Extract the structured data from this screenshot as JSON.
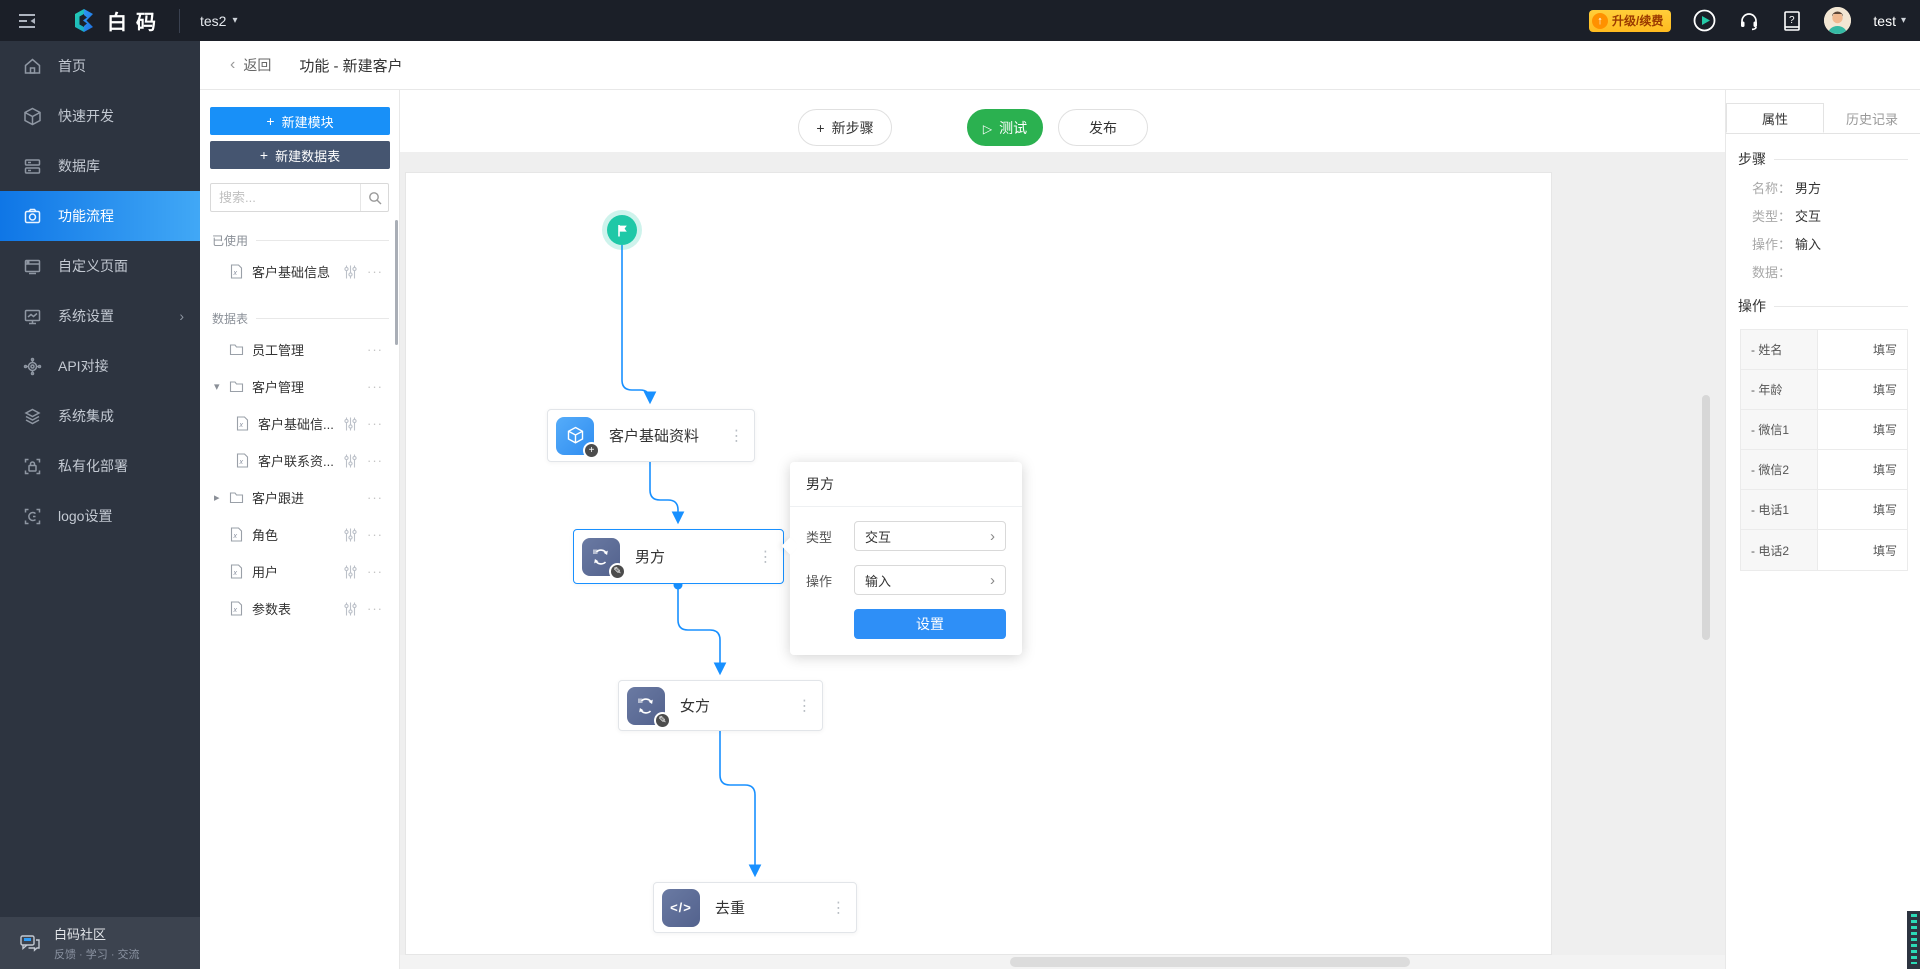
{
  "topbar": {
    "logo": "白码",
    "workspace": "tes2",
    "upgrade": "升级/续费",
    "username": "test"
  },
  "sidebar": {
    "items": [
      {
        "label": "首页",
        "icon": "home-icon",
        "active": false
      },
      {
        "label": "快速开发",
        "icon": "cube-icon",
        "active": false
      },
      {
        "label": "数据库",
        "icon": "database-icon",
        "active": false
      },
      {
        "label": "功能流程",
        "icon": "flow-icon",
        "active": true
      },
      {
        "label": "自定义页面",
        "icon": "page-icon",
        "active": false
      },
      {
        "label": "系统设置",
        "icon": "settings-monitor-icon",
        "active": false,
        "has_chevron": true
      },
      {
        "label": "API对接",
        "icon": "api-icon",
        "active": false
      },
      {
        "label": "系统集成",
        "icon": "layers-icon",
        "active": false
      },
      {
        "label": "私有化部署",
        "icon": "lock-deploy-icon",
        "active": false
      },
      {
        "label": "logo设置",
        "icon": "logo-setting-icon",
        "active": false
      }
    ],
    "community": {
      "title": "白码社区",
      "subtitle": "反馈 · 学习 · 交流"
    }
  },
  "breadcrumb": {
    "back": "返回",
    "title": "功能 - 新建客户"
  },
  "panel": {
    "new_module": "新建模块",
    "new_table": "新建数据表",
    "search_placeholder": "搜索...",
    "sections": [
      {
        "title": "已使用",
        "items": [
          {
            "label": "客户基础信息",
            "type": "file"
          }
        ]
      },
      {
        "title": "数据表",
        "items": [
          {
            "label": "员工管理",
            "type": "folder"
          },
          {
            "label": "客户管理",
            "type": "folder",
            "caret": "down"
          },
          {
            "label": "客户基础信...",
            "type": "file",
            "child": true
          },
          {
            "label": "客户联系资...",
            "type": "file",
            "child": true
          },
          {
            "label": "客户跟进",
            "type": "folder",
            "caret": "right"
          },
          {
            "label": "角色",
            "type": "file"
          },
          {
            "label": "用户",
            "type": "file"
          },
          {
            "label": "参数表",
            "type": "file"
          }
        ]
      }
    ]
  },
  "toolbar": {
    "new_step": "新步骤",
    "test": "测试",
    "publish": "发布"
  },
  "flow": {
    "nodes": [
      {
        "label": "客户基础资料",
        "icon": "cube",
        "selected": false
      },
      {
        "label": "男方",
        "icon": "sync",
        "selected": true
      },
      {
        "label": "女方",
        "icon": "sync",
        "selected": false
      },
      {
        "label": "去重",
        "icon": "code",
        "selected": false
      }
    ]
  },
  "popup": {
    "title": "男方",
    "fields": [
      {
        "label": "类型",
        "value": "交互"
      },
      {
        "label": "操作",
        "value": "输入"
      }
    ],
    "button": "设置"
  },
  "props": {
    "tabs": [
      "属性",
      "历史记录"
    ],
    "step": {
      "title": "步骤",
      "rows": [
        {
          "label": "名称：",
          "value": "男方"
        },
        {
          "label": "类型：",
          "value": "交互"
        },
        {
          "label": "操作：",
          "value": "输入"
        },
        {
          "label": "数据：",
          "value": ""
        }
      ]
    },
    "ops": {
      "title": "操作",
      "rows": [
        {
          "name": "- 姓名",
          "action": "填写"
        },
        {
          "name": "- 年龄",
          "action": "填写"
        },
        {
          "name": "- 微信1",
          "action": "填写"
        },
        {
          "name": "- 微信2",
          "action": "填写"
        },
        {
          "name": "- 电话1",
          "action": "填写"
        },
        {
          "name": "- 电话2",
          "action": "填写"
        }
      ]
    }
  },
  "colors": {
    "accent_blue": "#1890f8",
    "test_green": "#2bb150",
    "start_teal": "#1fc8a7",
    "upgrade_yellow": "#ffc42a",
    "node_slate": "#5d6d99"
  }
}
